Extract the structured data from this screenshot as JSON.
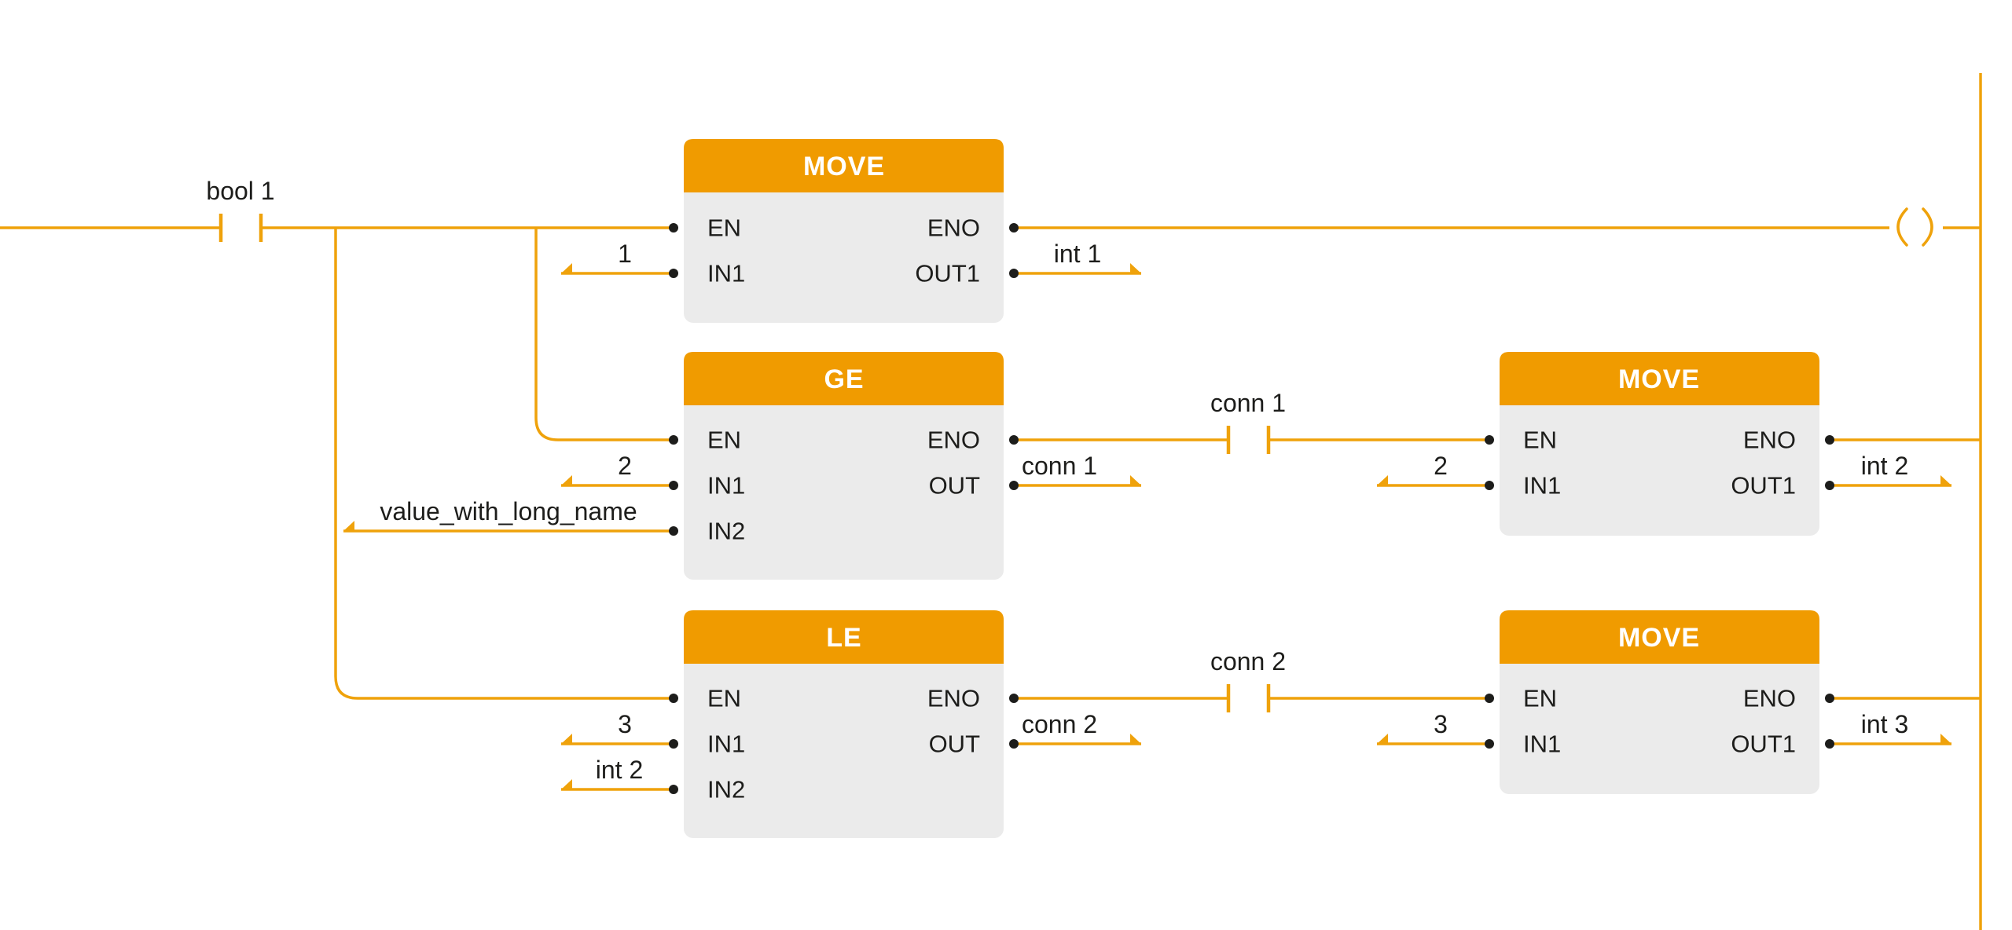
{
  "editor": {
    "type": "ladder-logic-rung",
    "colors": {
      "block_header_orange": "#F09B00",
      "wire_orange": "#EFA20B",
      "block_body_gray": "#EBEBEB",
      "text_dark": "#1D1D1B",
      "title_text_white": "#FFFFFF"
    }
  },
  "contacts": {
    "bool1": {
      "label": "bool 1"
    },
    "conn1": {
      "label": "conn 1"
    },
    "conn2": {
      "label": "conn 2"
    }
  },
  "blocks": {
    "move1": {
      "title": "MOVE",
      "pin_en": "EN",
      "pin_in1": "IN1",
      "pin_eno": "ENO",
      "pin_out1": "OUT1",
      "in1_value": "1",
      "out1_value": "int 1"
    },
    "ge": {
      "title": "GE",
      "pin_en": "EN",
      "pin_in1": "IN1",
      "pin_in2": "IN2",
      "pin_eno": "ENO",
      "pin_out": "OUT",
      "in1_value": "2",
      "in2_value": "value_with_long_name",
      "out_value": "conn 1"
    },
    "move2": {
      "title": "MOVE",
      "pin_en": "EN",
      "pin_in1": "IN1",
      "pin_eno": "ENO",
      "pin_out1": "OUT1",
      "in1_value": "2",
      "out1_value": "int 2"
    },
    "le": {
      "title": "LE",
      "pin_en": "EN",
      "pin_in1": "IN1",
      "pin_in2": "IN2",
      "pin_eno": "ENO",
      "pin_out": "OUT",
      "in1_value": "3",
      "in2_value": "int 2",
      "out_value": "conn 2"
    },
    "move3": {
      "title": "MOVE",
      "pin_en": "EN",
      "pin_in1": "IN1",
      "pin_eno": "ENO",
      "pin_out1": "OUT1",
      "in1_value": "3",
      "out1_value": "int 3"
    }
  }
}
